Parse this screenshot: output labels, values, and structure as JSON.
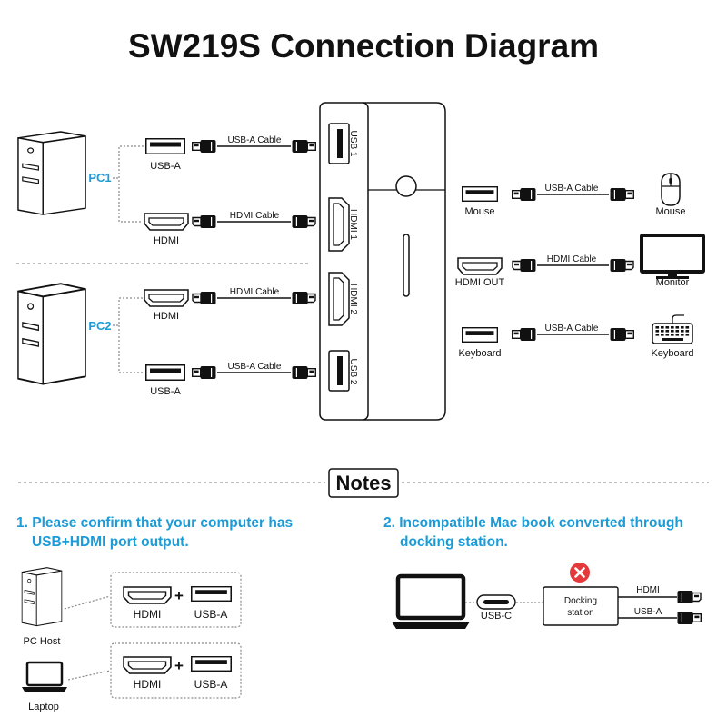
{
  "title": "SW219S Connection Diagram",
  "pc1": {
    "label": "PC1",
    "usb_port": "USB-A",
    "usb_cable": "USB-A Cable",
    "hdmi_port": "HDMI",
    "hdmi_cable": "HDMI Cable"
  },
  "pc2": {
    "label": "PC2",
    "hdmi_port": "HDMI",
    "hdmi_cable": "HDMI Cable",
    "usb_port": "USB-A",
    "usb_cable": "USB-A Cable"
  },
  "switch": {
    "usb1": "USB 1",
    "hdmi1": "HDMI 1",
    "hdmi2": "HDMI 2",
    "usb2": "USB 2"
  },
  "outputs": {
    "mouse": {
      "port": "Mouse",
      "cable": "USB-A Cable",
      "device": "Mouse"
    },
    "monitor": {
      "port": "HDMI OUT",
      "cable": "HDMI Cable",
      "device": "Monitor"
    },
    "keyboard": {
      "port": "Keyboard",
      "cable": "USB-A Cable",
      "device": "Keyboard"
    }
  },
  "notes": {
    "heading": "Notes",
    "note1": {
      "line1": "1. Please confirm that your computer has",
      "line2": "USB+HDMI port output.",
      "pc_host": "PC Host",
      "laptop": "Laptop",
      "hdmi": "HDMI",
      "plus": "+",
      "usb": "USB-A"
    },
    "note2": {
      "line1": "2. Incompatible Mac book converted through",
      "line2": "docking station.",
      "usbc": "USB-C",
      "docking_line1": "Docking",
      "docking_line2": "station",
      "hdmi": "HDMI",
      "usb": "USB-A"
    }
  },
  "colors": {
    "accent": "#1b9bd7",
    "error": "#e5383b",
    "ink": "#111111"
  },
  "icons": [
    "pc-tower-icon",
    "laptop-icon",
    "usb-a-port-icon",
    "hdmi-port-icon",
    "usb-a-plug-icon",
    "hdmi-plug-icon",
    "mouse-icon",
    "monitor-icon",
    "keyboard-icon",
    "usb-c-port-icon",
    "error-x-icon"
  ]
}
